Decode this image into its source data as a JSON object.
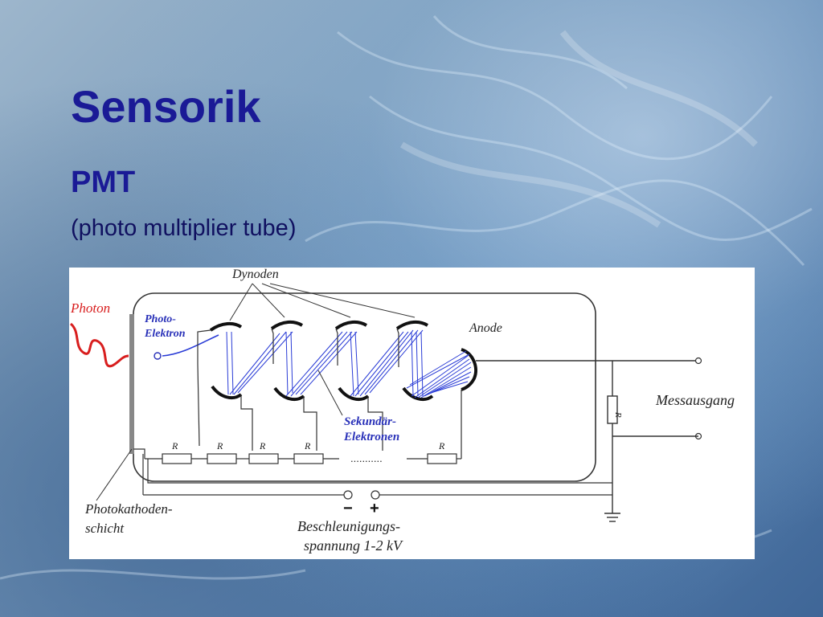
{
  "slide": {
    "title": "Sensorik",
    "subtitle": "PMT",
    "subtitle_detail": "(photo multiplier tube)"
  },
  "diagram": {
    "labels": {
      "photon": "Photon",
      "photo_electron_1": "Photo-",
      "photo_electron_2": "Elektron",
      "dynodes": "Dynoden",
      "anode": "Anode",
      "secondary_1": "Sekundär-",
      "secondary_2": "Elektronen",
      "output": "Messausgang",
      "photocathode_1": "Photokathoden-",
      "photocathode_2": "schicht",
      "voltage_1": "Beschleunigungs-",
      "voltage_2": "spannung 1-2 kV",
      "minus": "−",
      "plus": "+",
      "dots": "...........",
      "resistor": "R"
    },
    "colors": {
      "photon": "#d81e1e",
      "electron": "#2a3cd6",
      "label_blue": "#2830b8",
      "line": "#333333"
    }
  }
}
